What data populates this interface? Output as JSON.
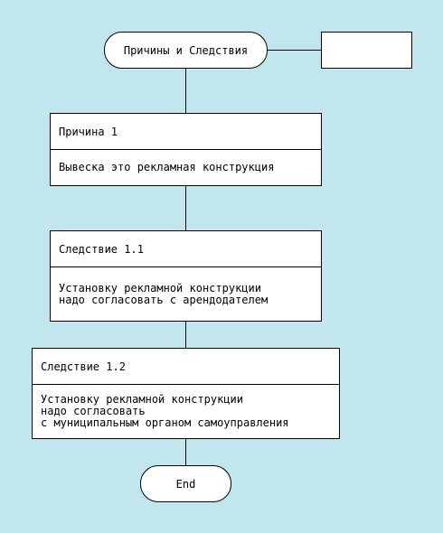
{
  "start": {
    "label": "Причины и Следствия"
  },
  "side_box": {
    "label": ""
  },
  "cause": {
    "title": "Причина 1",
    "text": "Вывеска это рекламная конструкция"
  },
  "effect_1": {
    "title": "Следствие 1.1",
    "text": "Установку рекламной конструкции\nнадо согласовать с арендодателем"
  },
  "effect_2": {
    "title": "Следствие 1.2",
    "text": "Установку рекламной конструкции\nнадо согласовать\nс муниципальным органом самоуправления"
  },
  "end": {
    "label": "End"
  }
}
